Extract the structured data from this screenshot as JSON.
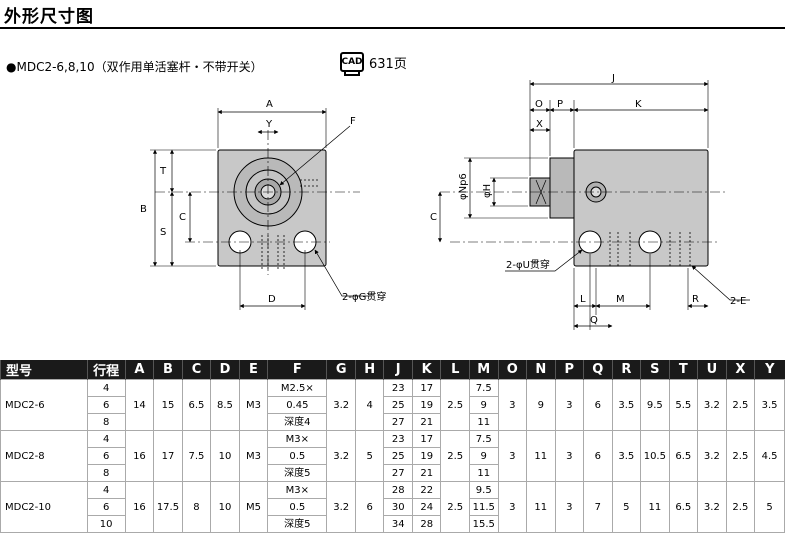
{
  "title": "外形尺寸图",
  "subtitle": "●MDC2-6,8,10（双作用单活塞杆・不带开关）",
  "cad": {
    "icon": "CAD",
    "page": "631页"
  },
  "drawing": {
    "labels": {
      "A": "A",
      "Y": "Y",
      "F": "F",
      "T": "T",
      "B": "B",
      "C": "C",
      "S": "S",
      "D": "D",
      "G": "2-φG贯穿",
      "J": "J",
      "O": "O",
      "P": "P",
      "K": "K",
      "X": "X",
      "Np6": "φNp6",
      "H": "φH",
      "C2": "C",
      "U": "2-φU贯穿",
      "L": "L",
      "M": "M",
      "Q": "Q",
      "R": "R",
      "E": "2-E"
    }
  },
  "table": {
    "headers": [
      "型号",
      "行程",
      "A",
      "B",
      "C",
      "D",
      "E",
      "F",
      "G",
      "H",
      "J",
      "K",
      "L",
      "M",
      "O",
      "N",
      "P",
      "Q",
      "R",
      "S",
      "T",
      "U",
      "X",
      "Y"
    ],
    "models": [
      {
        "name": "MDC2-6",
        "strokes": [
          "4",
          "6",
          "8"
        ],
        "A": "14",
        "B": "15",
        "C": "6.5",
        "D": "8.5",
        "E": "M3",
        "F": [
          "M2.5×",
          "0.45",
          "深度4"
        ],
        "G": "3.2",
        "H": "4",
        "J": [
          "23",
          "25",
          "27"
        ],
        "K": [
          "17",
          "19",
          "21"
        ],
        "L": "2.5",
        "M": [
          "7.5",
          "9",
          "11"
        ],
        "O": "3",
        "N": "9",
        "P": "3",
        "Q": "6",
        "R": "3.5",
        "S": "9.5",
        "T": "5.5",
        "U": "3.2",
        "X": "2.5",
        "Y": "3.5"
      },
      {
        "name": "MDC2-8",
        "strokes": [
          "4",
          "6",
          "8"
        ],
        "A": "16",
        "B": "17",
        "C": "7.5",
        "D": "10",
        "E": "M3",
        "F": [
          "M3×",
          "0.5",
          "深度5"
        ],
        "G": "3.2",
        "H": "5",
        "J": [
          "23",
          "25",
          "27"
        ],
        "K": [
          "17",
          "19",
          "21"
        ],
        "L": "2.5",
        "M": [
          "7.5",
          "9",
          "11"
        ],
        "O": "3",
        "N": "11",
        "P": "3",
        "Q": "6",
        "R": "3.5",
        "S": "10.5",
        "T": "6.5",
        "U": "3.2",
        "X": "2.5",
        "Y": "4.5"
      },
      {
        "name": "MDC2-10",
        "strokes": [
          "4",
          "6",
          "10"
        ],
        "A": "16",
        "B": "17.5",
        "C": "8",
        "D": "10",
        "E": "M5",
        "F": [
          "M3×",
          "0.5",
          "深度5"
        ],
        "G": "3.2",
        "H": "6",
        "J": [
          "28",
          "30",
          "34"
        ],
        "K": [
          "22",
          "24",
          "28"
        ],
        "L": "2.5",
        "M": [
          "9.5",
          "11.5",
          "15.5"
        ],
        "O": "3",
        "N": "11",
        "P": "3",
        "Q": "7",
        "R": "5",
        "S": "11",
        "T": "6.5",
        "U": "3.2",
        "X": "2.5",
        "Y": "5"
      }
    ]
  }
}
